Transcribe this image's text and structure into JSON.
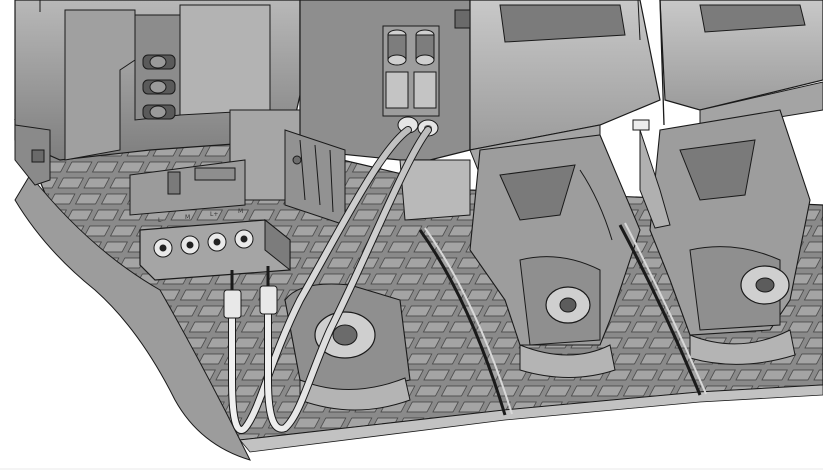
{
  "illustration": {
    "labels": {
      "terminal_label_1": "L-",
      "terminal_label_2": "M",
      "terminal_label_3": "L+",
      "terminal_label_4": "M"
    },
    "colors": {
      "background": "#ffffff",
      "housing": "#8c8c8c",
      "housing_light": "#a9a9a9",
      "housing_dark": "#5e5e5e",
      "panel_face": "#b5b5b5",
      "wire": "#d9d9d9",
      "outline": "#1a1a1a"
    }
  }
}
